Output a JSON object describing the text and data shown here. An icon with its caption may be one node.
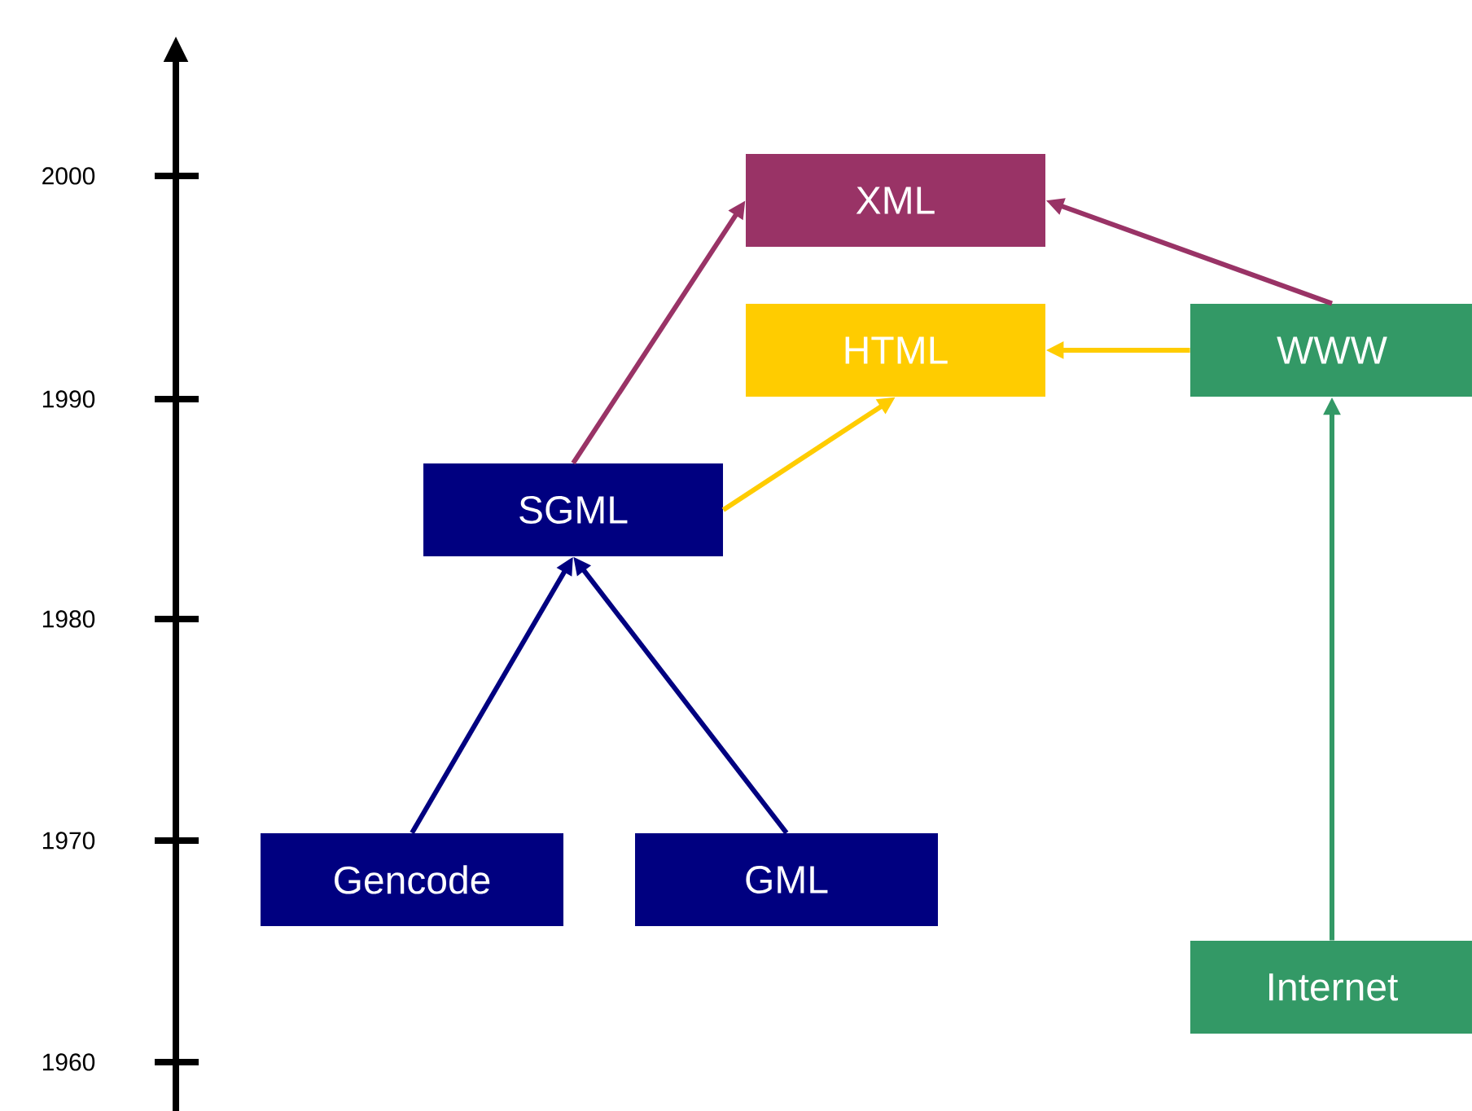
{
  "diagram": {
    "nodes": [
      {
        "text": [
          "XML"
        ]
      },
      {
        "text": [
          "HTML"
        ]
      },
      {
        "text": [
          "WWW"
        ]
      },
      {
        "text": [
          "SGML"
        ]
      },
      {
        "text": [
          "Gencode"
        ]
      },
      {
        "text": [
          "GML"
        ]
      },
      {
        "text": [
          "Internet"
        ]
      }
    ],
    "edges": [
      {
        "from": 3,
        "to": 0,
        "arrow": "to",
        "color": "#993366"
      },
      {
        "from": 3,
        "to": 1,
        "arrow": "to",
        "color": "#ffcc00"
      },
      {
        "from": 2,
        "to": 0,
        "arrow": "to",
        "color": "#993366"
      },
      {
        "from": 2,
        "to": 1,
        "arrow": "to",
        "color": "#ffcc00"
      },
      {
        "from": 6,
        "to": 2,
        "arrow": "to",
        "color": "#339966"
      },
      {
        "from": 4,
        "to": 3,
        "arrow": "to",
        "color": "#000080"
      },
      {
        "from": 5,
        "to": 3,
        "arrow": "to",
        "color": "#000080"
      }
    ],
    "labels": [
      "2000",
      "1990",
      "1980",
      "1970",
      "1960"
    ]
  }
}
